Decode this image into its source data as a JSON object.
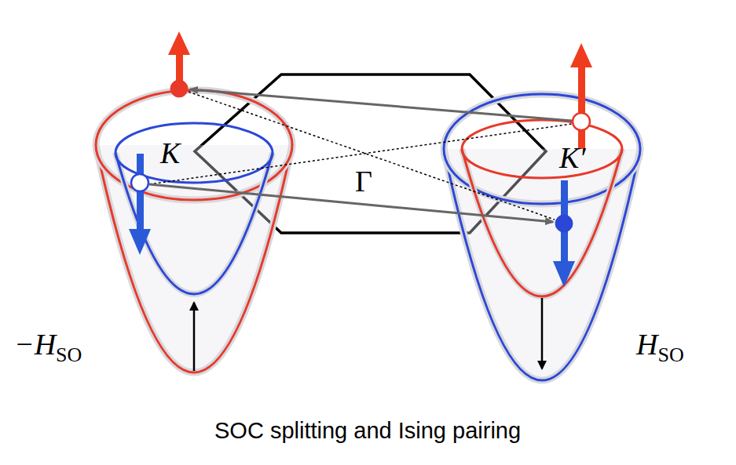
{
  "diagram": {
    "caption": "SOC splitting and Ising pairing",
    "labels": [
      "K",
      "K′",
      "Γ",
      "−H",
      "SO",
      "H",
      "SO"
    ]
  }
}
